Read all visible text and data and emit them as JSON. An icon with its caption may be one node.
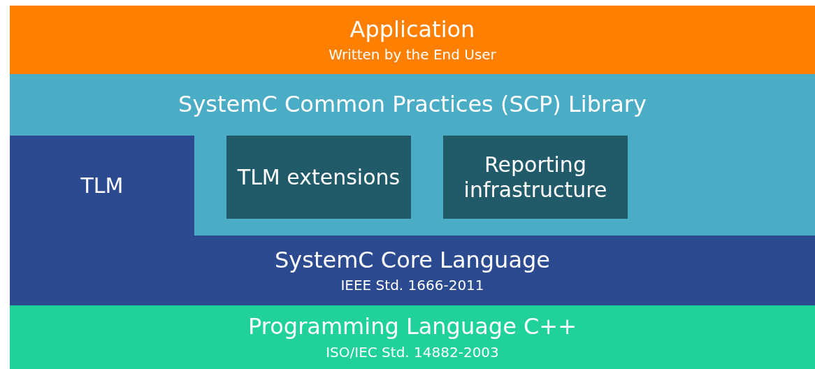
{
  "diagram": {
    "nodes": [
      {
        "text": [
          "Application",
          "Written by the End User"
        ]
      },
      {
        "text": [
          "SystemC Common Practices (SCP)  Library"
        ]
      },
      {
        "text": [
          "TLM"
        ],
        "in": 1
      },
      {
        "text": [
          "TLM extensions"
        ],
        "in": 1
      },
      {
        "text": [
          "Reporting infrastructure"
        ],
        "in": 1
      },
      {
        "text": [
          "SystemC Core Language",
          "IEEE Std. 1666-2011"
        ]
      },
      {
        "text": [
          "Programming Language C++",
          "ISO/IEC Std. 14882-2003"
        ]
      }
    ]
  }
}
